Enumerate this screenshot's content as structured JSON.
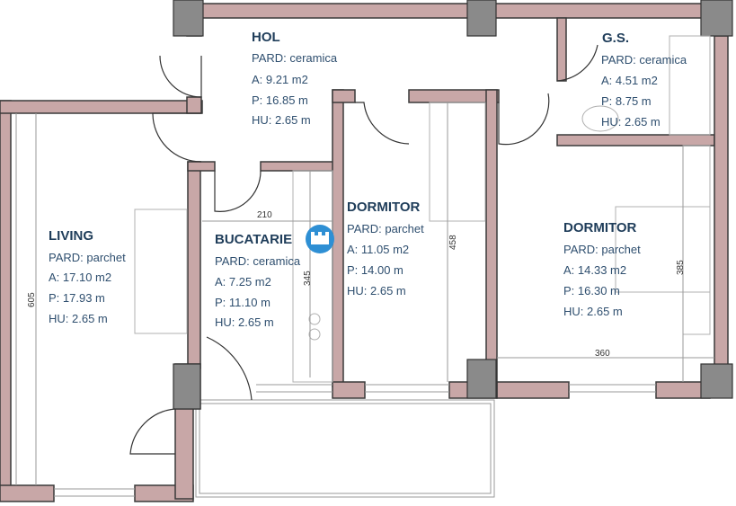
{
  "rooms": [
    {
      "id": "hol",
      "name": "HOL",
      "pard": "PARD: ceramica",
      "area": "A: 9.21 m2",
      "perim": "P: 16.85 m",
      "height": "HU: 2.65 m"
    },
    {
      "id": "gs",
      "name": "G.S.",
      "pard": "PARD: ceramica",
      "area": "A: 4.51 m2",
      "perim": "P: 8.75 m",
      "height": "HU: 2.65 m"
    },
    {
      "id": "living",
      "name": "LIVING",
      "pard": "PARD: parchet",
      "area": "A: 17.10 m2",
      "perim": "P: 17.93 m",
      "height": "HU: 2.65 m"
    },
    {
      "id": "bucatarie",
      "name": "BUCATARIE",
      "pard": "PARD: ceramica",
      "area": "A: 7.25 m2",
      "perim": "P: 11.10 m",
      "height": "HU: 2.65 m"
    },
    {
      "id": "dormitor1",
      "name": "DORMITOR",
      "pard": "PARD: parchet",
      "area": "A: 11.05 m2",
      "perim": "P: 14.00 m",
      "height": "HU: 2.65 m"
    },
    {
      "id": "dormitor2",
      "name": "DORMITOR",
      "pard": "PARD: parchet",
      "area": "A: 14.33 m2",
      "perim": "P: 16.30 m",
      "height": "HU: 2.65 m"
    }
  ],
  "dimensions": {
    "d210": "210",
    "d345": "345",
    "d458": "458",
    "d605": "605",
    "d385": "385",
    "d360": "360"
  },
  "colors": {
    "wall": "#c8a7a7",
    "pillar": "#8a8a8a",
    "text": "#2f4f6f",
    "badge": "#2e8fd4"
  },
  "icons": {
    "badge": "building-icon"
  }
}
